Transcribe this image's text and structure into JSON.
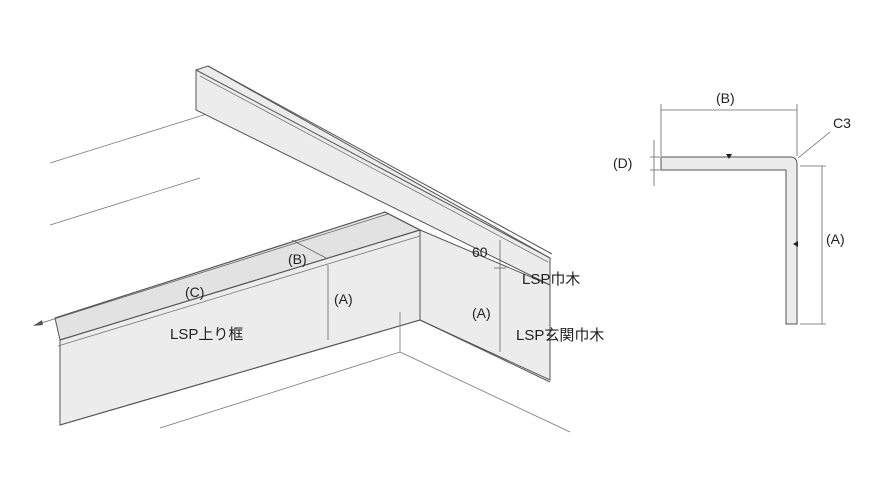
{
  "left_drawing": {
    "labels": {
      "dim_60": "60",
      "skirting": "LSP巾木",
      "entrance_skirting": "LSP玄関巾木",
      "step_frame": "LSP上り框",
      "dim_a_frame": "(A)",
      "dim_a_skirting": "(A)",
      "dim_b": "(B)",
      "dim_c": "(C)"
    }
  },
  "right_drawing": {
    "labels": {
      "dim_b": "(B)",
      "dim_d": "(D)",
      "dim_a": "(A)",
      "chamfer": "C3"
    }
  },
  "colors": {
    "face_fill": "#ececec",
    "line": "#555555"
  }
}
